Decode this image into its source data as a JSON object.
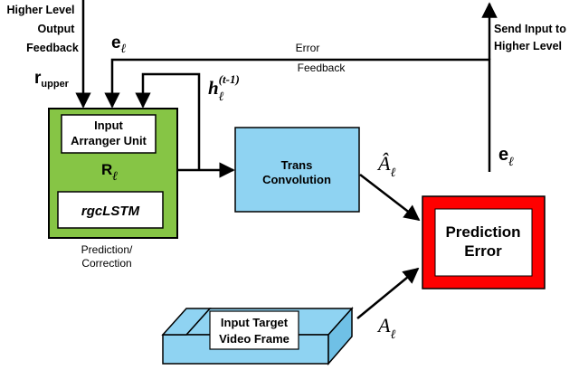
{
  "higher_level_output_feedback": {
    "line1": "Higher Level",
    "line2": "Output",
    "line3": "Feedback"
  },
  "r_upper": {
    "base": "r",
    "subscript": "upper"
  },
  "error_feedback": {
    "line1": "Error",
    "line2": "Feedback"
  },
  "e_top": {
    "base": "e",
    "subscript": "ℓ"
  },
  "h_prev": {
    "base": "h",
    "subscript": "ℓ",
    "superscript": "(t-1)"
  },
  "send_input": {
    "line1": "Send Input to",
    "line2": "Higher Level"
  },
  "e_right": {
    "base": "e",
    "subscript": "ℓ"
  },
  "representation_unit": {
    "input_arranger": {
      "line1": "Input",
      "line2": "Arranger Unit"
    },
    "r_label": {
      "base": "R",
      "subscript": "ℓ"
    },
    "rgclstm": "rgcLSTM",
    "caption": {
      "line1": "Prediction/",
      "line2": "Correction"
    },
    "fill_color": "#86c545"
  },
  "trans_convolution": {
    "line1": "Trans",
    "line2": "Convolution",
    "fill_color": "#8fd3f2"
  },
  "a_hat": {
    "base": "Â",
    "subscript": "ℓ"
  },
  "prediction_error": {
    "line1": "Prediction",
    "line2": "Error",
    "border_color": "#ff0000"
  },
  "input_target": {
    "line1": "Input Target",
    "line2": "Video Frame",
    "fill_color": "#8fd3f2"
  },
  "a_label": {
    "base": "A",
    "subscript": "ℓ"
  }
}
